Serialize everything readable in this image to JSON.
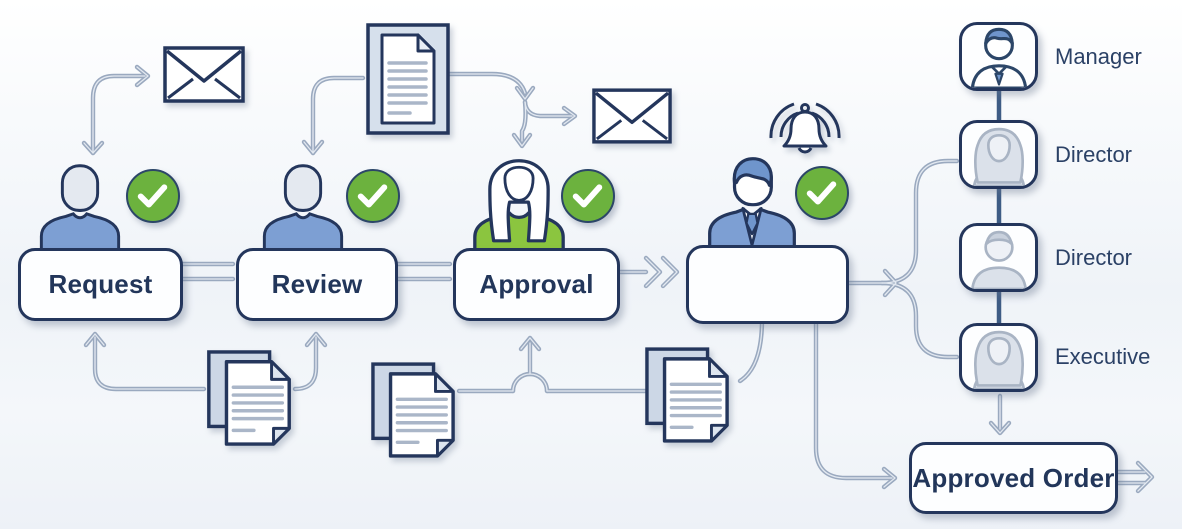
{
  "diagram": {
    "type": "approval-workflow-flowchart",
    "flow": {
      "stages": [
        {
          "label": "Request",
          "person": "man-blue-shirt",
          "approved": true,
          "artifacts": [
            "envelope-icon"
          ]
        },
        {
          "label": "Review",
          "person": "man-blue-shirt",
          "approved": true,
          "artifacts": [
            "document-icon"
          ]
        },
        {
          "label": "Approval",
          "person": "woman-green-shirt",
          "approved": true,
          "artifacts": [
            "document-icon",
            "envelope-icon"
          ]
        },
        {
          "label": "",
          "person": "man-suit-tie",
          "approved": true,
          "artifacts": [
            "bell-icon",
            "document-icon"
          ]
        }
      ],
      "shared_documents": [
        "document-icon",
        "document-icon",
        "document-icon"
      ],
      "output": {
        "label": "Approved Order"
      }
    },
    "hierarchy": {
      "roles": [
        {
          "label": "Manager",
          "avatar": "man-avatar"
        },
        {
          "label": "Director",
          "avatar": "woman-avatar"
        },
        {
          "label": "Director",
          "avatar": "man-avatar"
        },
        {
          "label": "Executive",
          "avatar": "woman-avatar"
        }
      ]
    },
    "icons": {
      "approved": "checkmark-icon",
      "email": "envelope-icon",
      "document": "document-icon",
      "notification": "bell-icon"
    },
    "colors": {
      "navy_outline": "#24365c",
      "check_green": "#6cb23e",
      "green_shirt": "#8bc53f",
      "blue_shirt": "#7d9fd3",
      "blue_hair": "#6f95cc",
      "connector_gray": "#9aa9bf",
      "panel_fill": "#d6e0ec",
      "box_fill": "#fdfeff"
    }
  }
}
